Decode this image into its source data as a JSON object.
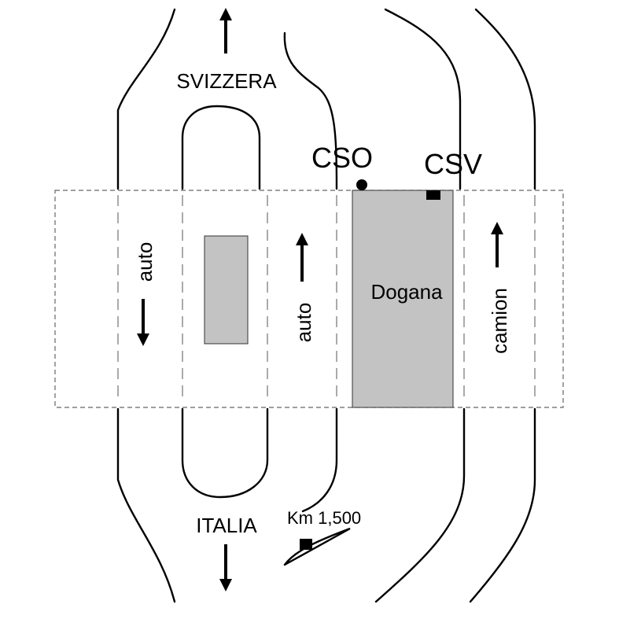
{
  "labels": {
    "north": "SVIZZERA",
    "south": "ITALIA",
    "cso": "CSO",
    "csv": "CSV",
    "customs": "Dogana",
    "lane_left": "auto",
    "lane_middle": "auto",
    "lane_right": "camion",
    "km_marker": "Km 1,500"
  },
  "colors": {
    "stroke": "#000000",
    "building_fill": "#c3c3c3"
  }
}
